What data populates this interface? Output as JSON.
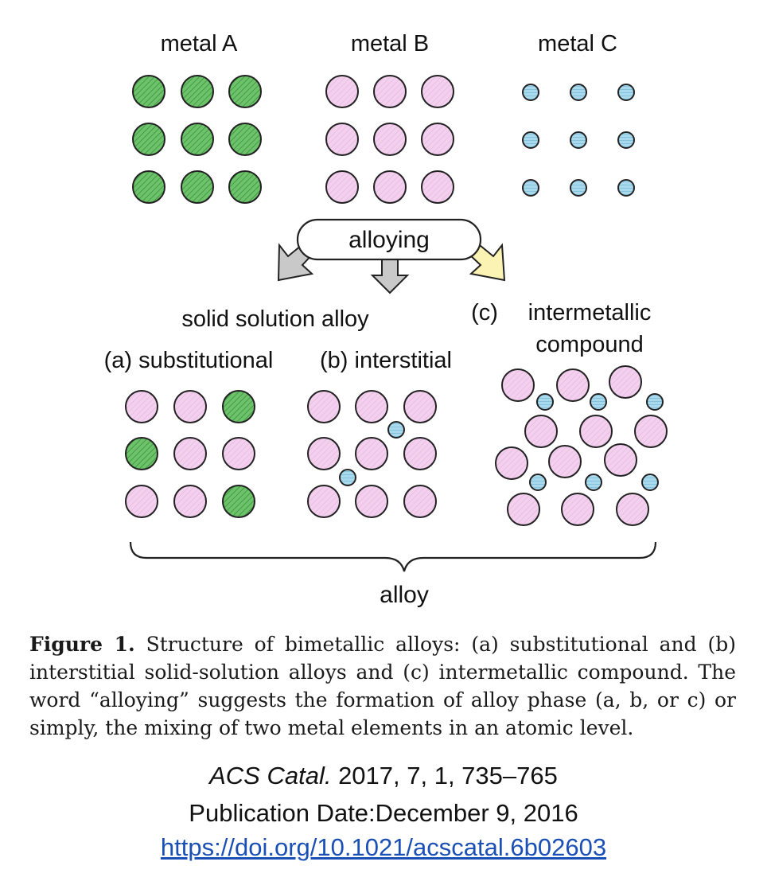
{
  "figure": {
    "labels": {
      "metal_a": "metal A",
      "metal_b": "metal B",
      "metal_c": "metal C",
      "alloying": "alloying",
      "solid_solution": "solid solution alloy",
      "substitutional": "(a) substitutional",
      "interstitial": "(b) interstitial",
      "intermetallic_tag": "(c)",
      "intermetallic_line1": "intermetallic",
      "intermetallic_line2": "compound",
      "alloy": "alloy"
    },
    "colors": {
      "metal_a_fill": "#6cc36a",
      "metal_b_fill": "#f4d0ef",
      "metal_c_fill": "#a8d9ec",
      "outline": "#222222",
      "arrow_gray": "#c9c9c9",
      "arrow_yellow": "#fbf3b3"
    }
  },
  "caption": {
    "label": "Figure 1.",
    "text": "Structure of bimetallic alloys: (a) substitutional and (b) interstitial solid-solution alloys and (c) intermetallic compound. The word “alloying” suggests the formation of alloy phase (a, b, or c) or simply, the mixing of two metal elements in an atomic level."
  },
  "citation": {
    "journal": "ACS Catal.",
    "details": " 2017, 7, 1, 735–765",
    "publication_date": "Publication Date:December 9, 2016",
    "doi": "https://doi.org/10.1021/acscatal.6b02603"
  }
}
